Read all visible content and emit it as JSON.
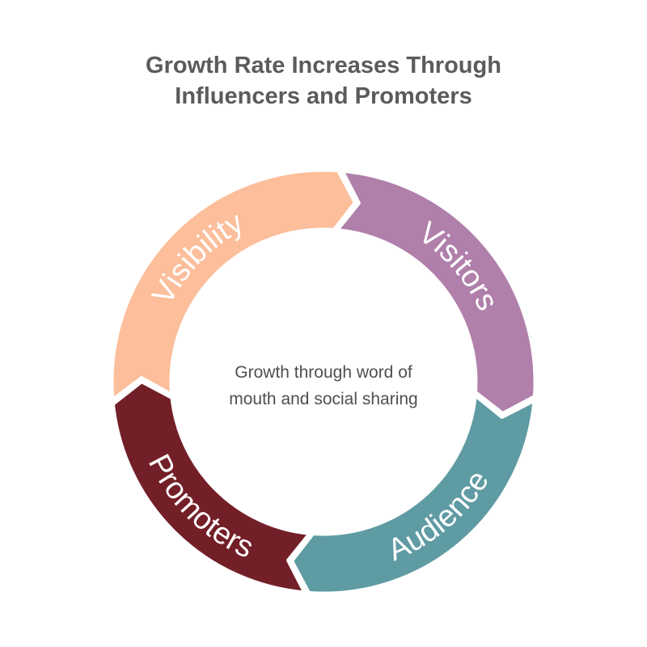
{
  "title": {
    "line1": "Growth Rate Increases Through",
    "line2": "Influencers and Promoters"
  },
  "center_text": {
    "line1": "Growth through word of",
    "line2": "mouth and social sharing"
  },
  "segments": [
    {
      "label": "Visibility",
      "color": "#fcbe9b"
    },
    {
      "label": "Visitors",
      "color": "#b07faa"
    },
    {
      "label": "Audience",
      "color": "#5f9ba3"
    },
    {
      "label": "Promoters",
      "color": "#731f28"
    }
  ]
}
